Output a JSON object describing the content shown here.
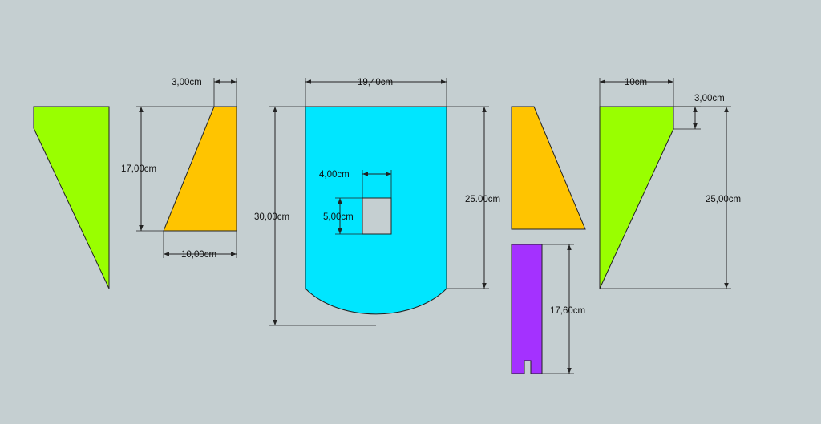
{
  "colors": {
    "background": "#c5cfd1",
    "green": "#99ff00",
    "orange": "#ffc400",
    "cyan": "#00e6ff",
    "purple": "#a431ff",
    "hole": "#c5cfd1",
    "line": "#222222"
  },
  "dimensions": {
    "orange_top_width": "3,00cm",
    "orange_height": "17,00cm",
    "orange_bottom_width": "10,00cm",
    "cyan_width": "19,40cm",
    "cyan_total_height": "30,00cm",
    "cyan_side_height": "25.00cm",
    "hole_width": "4,00cm",
    "hole_height": "5,00cm",
    "purple_height": "17,60cm",
    "green_right_width": "10cm",
    "green_right_offset": "3,00cm",
    "green_right_height": "25,00cm"
  }
}
